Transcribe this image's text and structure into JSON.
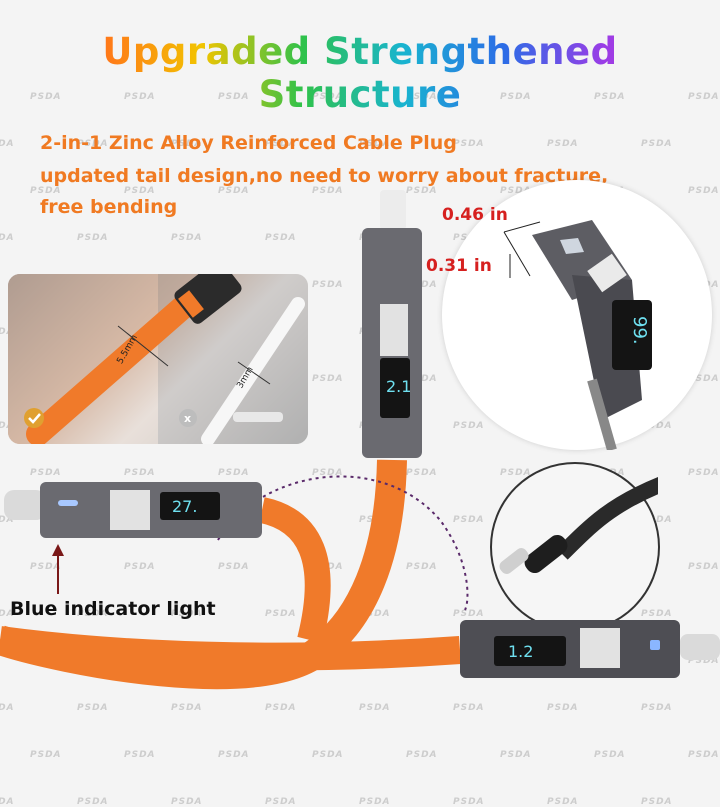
{
  "title": "Upgraded Strengthened Structure",
  "features": [
    "2-in-1 Zinc Alloy Reinforced Cable Plug",
    "updated tail design,no need to worry about fracture,",
    "free bending"
  ],
  "dimensions": {
    "width_label": "0.46 in",
    "thickness_label": "0.31 in"
  },
  "inset_left": {
    "orange_cable_label": "5.5mm",
    "white_cable_label": "3mm"
  },
  "displays": {
    "left_plug": "27.",
    "top_plug": "2.1",
    "bottom_plug": "1.2",
    "circle_plug": "99."
  },
  "indicator_label": "Blue indicator light",
  "watermark": "PSDA",
  "colors": {
    "cable": "#f07a2a",
    "plug_metal": "#6a6a70",
    "dimension_text": "#d6201f",
    "feature_text": "#f07a22",
    "display_digits": "#6fe0f0"
  }
}
